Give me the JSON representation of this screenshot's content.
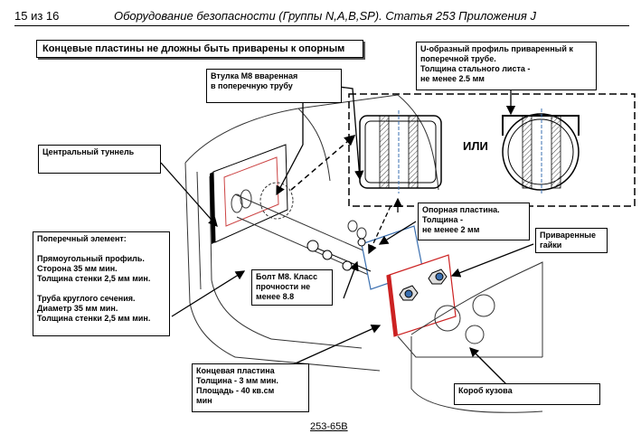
{
  "header": {
    "page_no": "15 из 16",
    "doc_title": "Оборудование безопасности (Группы N,A,B,SP). Статья 253 Приложения J"
  },
  "banner": "Концевые пластины не дложны быть приварены к опорным",
  "callouts": {
    "bushing": "Втулка М8 вваренная\nв поперечную трубу",
    "u_profile": "U-образный профиль приваренный к\nпоперечной трубе.\nТолщина стального листа -\nне менее 2.5 мм",
    "tunnel": "Центральный туннель",
    "cross_member": "Поперечный элемент:\n\nПрямоугольный профиль.\nСторона 35 мм мин.\nТолщина стенки 2,5 мм мин.\n\nТруба круглого сечения.\nДиаметр 35 мм мин.\nТолщина стенки 2,5 мм мин.",
    "bolt": "Болт М8. Класс\nпрочности не\nменее 8.8",
    "support_plate": "Опорная пластина.\nТолщина -\nне менее 2 мм",
    "welded_nuts": "Приваренные\nгайки",
    "end_plate": "Концевая пластина\nТолщина - 3 мм мин.\nПлощадь - 40 кв.см\nмин",
    "body_box": "Короб кузова"
  },
  "ili_label": "ИЛИ",
  "figure_code": "253-65В",
  "colors": {
    "end_plate_red": "#cc2222",
    "support_plate_blue": "#3a6fb0"
  }
}
